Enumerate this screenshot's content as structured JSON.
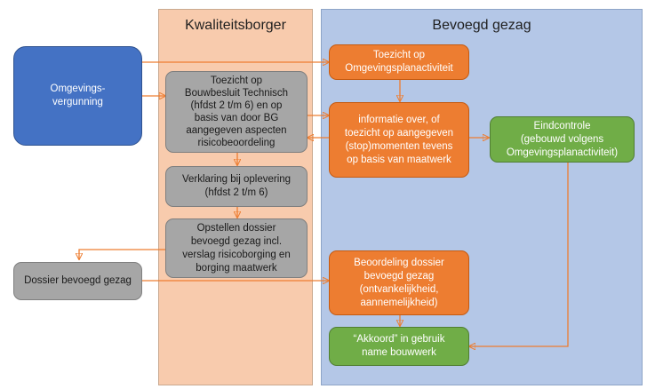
{
  "lanes": {
    "kwaliteitsborger": "Kwaliteitsborger",
    "bevoegd_gezag": "Bevoegd gezag"
  },
  "boxes": {
    "omgevingsvergunning": "Omgevings-\nvergunning",
    "dossier_bevoegd_gezag": "Dossier bevoegd gezag",
    "toezicht_bouwbesluit": "Toezicht op\nBouwbesluit Technisch\n(hfdst 2 t/m 6) en op\nbasis van door BG\naangegeven aspecten\nrisicobeoordeling",
    "verklaring_oplevering": "Verklaring bij oplevering\n(hfdst 2 t/m 6)",
    "opstellen_dossier": "Opstellen dossier\nbevoegd gezag incl.\nverslag risicoborging en\nborging maatwerk",
    "toezicht_omgevingsplan": "Toezicht op\nOmgevingsplanactiviteit",
    "informatie_toezicht": "informatie over, of\ntoezicht op aangegeven\n(stop)momenten tevens\nop basis van maatwerk",
    "eindcontrole": "Eindcontrole\n(gebouwd volgens\nOmgevingsplanactiviteit)",
    "beoordeling_dossier": "Beoordeling dossier\nbevoegd gezag\n(ontvankelijkheid,\naannemelijkheid)",
    "akkoord_gebruik": "“Akkoord” in gebruik\nname bouwwerk"
  },
  "colors": {
    "swimlane_kwaliteitsborger": "#f8cbad",
    "swimlane_bevoegd_gezag": "#b4c7e7",
    "input_box": "#4472c4",
    "kwaliteitsborger_box": "#a6a6a6",
    "bevoegd_gezag_box": "#ed7d31",
    "final_box": "#70ad47",
    "arrow": "#ed7d31"
  }
}
